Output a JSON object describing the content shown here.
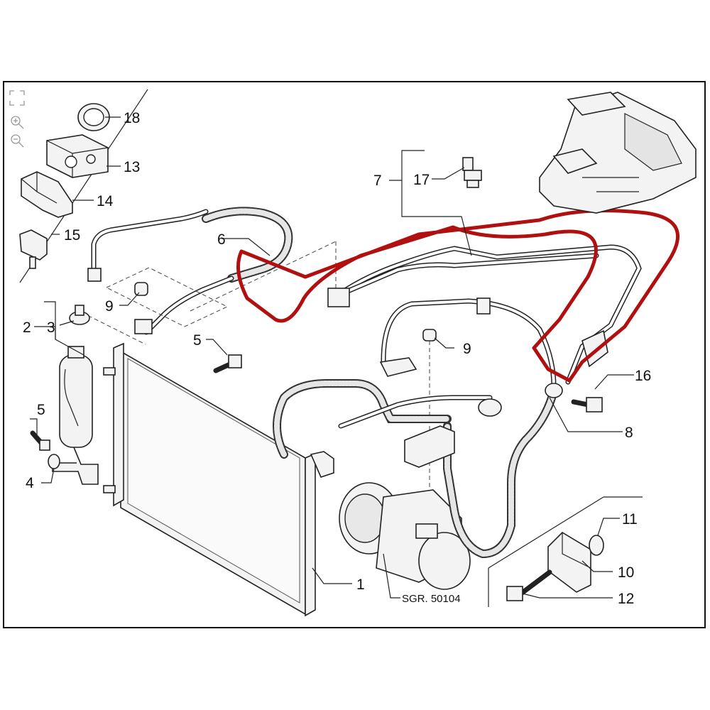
{
  "viewer": {
    "icons": [
      "fit-page-icon",
      "zoom-in-icon",
      "zoom-out-icon"
    ]
  },
  "diagram": {
    "reference": "SGR. 50104",
    "highlight_color": "#b01010",
    "callouts": {
      "c1": "1",
      "c2": "2",
      "c3": "3",
      "c4": "4",
      "c5a": "5",
      "c5b": "5",
      "c6": "6",
      "c7": "7",
      "c8": "8",
      "c9a": "9",
      "c9b": "9",
      "c10": "10",
      "c11": "11",
      "c12": "12",
      "c13": "13",
      "c14": "14",
      "c15": "15",
      "c16": "16",
      "c17": "17",
      "c18": "18"
    }
  }
}
